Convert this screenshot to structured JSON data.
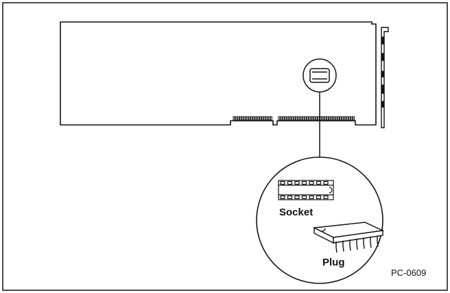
{
  "labels": {
    "socket": "Socket",
    "plug": "Plug",
    "figure_code": "PC-0609"
  },
  "colors": {
    "ink": "#111111",
    "paper": "#ffffff"
  },
  "components": {
    "board": "expansion-card",
    "socket": "dip-socket",
    "plug": "dip-plug-chip"
  }
}
